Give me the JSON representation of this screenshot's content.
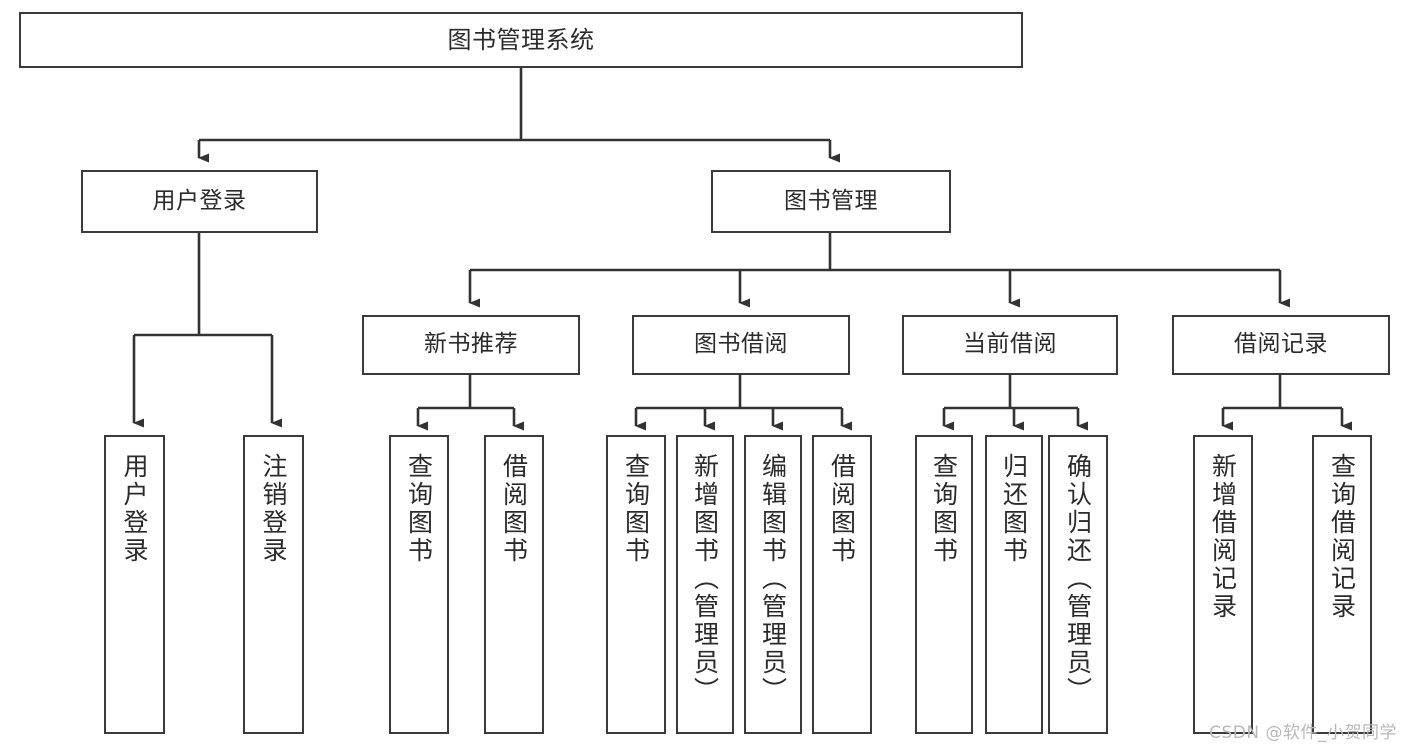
{
  "diagram": {
    "title": "图书管理系统",
    "type": "tree",
    "root": {
      "id": "root",
      "label": "图书管理系统",
      "orientation": "horizontal"
    },
    "level2": [
      {
        "id": "user-login",
        "label": "用户登录",
        "orientation": "horizontal"
      },
      {
        "id": "book-manage",
        "label": "图书管理",
        "orientation": "horizontal"
      }
    ],
    "level3": [
      {
        "id": "new-book-recommend",
        "label": "新书推荐",
        "orientation": "horizontal",
        "parent": "book-manage"
      },
      {
        "id": "book-borrow",
        "label": "图书借阅",
        "orientation": "horizontal",
        "parent": "book-manage"
      },
      {
        "id": "current-borrow",
        "label": "当前借阅",
        "orientation": "horizontal",
        "parent": "book-manage"
      },
      {
        "id": "borrow-record",
        "label": "借阅记录",
        "orientation": "horizontal",
        "parent": "book-manage"
      }
    ],
    "leaves": [
      {
        "id": "leaf-user-login",
        "label": "用户登录",
        "parent": "user-login",
        "orientation": "vertical"
      },
      {
        "id": "leaf-user-logout",
        "label": "注销登录",
        "parent": "user-login",
        "orientation": "vertical"
      },
      {
        "id": "leaf-query-book-1",
        "label": "查询图书",
        "parent": "new-book-recommend",
        "orientation": "vertical"
      },
      {
        "id": "leaf-borrow-book-1",
        "label": "借阅图书",
        "parent": "new-book-recommend",
        "orientation": "vertical"
      },
      {
        "id": "leaf-query-book-2",
        "label": "查询图书",
        "parent": "book-borrow",
        "orientation": "vertical"
      },
      {
        "id": "leaf-add-book",
        "label": "新增图书（管理员）",
        "parent": "book-borrow",
        "orientation": "vertical"
      },
      {
        "id": "leaf-edit-book",
        "label": "编辑图书（管理员）",
        "parent": "book-borrow",
        "orientation": "vertical"
      },
      {
        "id": "leaf-borrow-book-2",
        "label": "借阅图书",
        "parent": "book-borrow",
        "orientation": "vertical"
      },
      {
        "id": "leaf-query-book-3",
        "label": "查询图书",
        "parent": "current-borrow",
        "orientation": "vertical"
      },
      {
        "id": "leaf-return-book",
        "label": "归还图书",
        "parent": "current-borrow",
        "orientation": "vertical"
      },
      {
        "id": "leaf-confirm-return",
        "label": "确认归还（管理员）",
        "parent": "current-borrow",
        "orientation": "vertical"
      },
      {
        "id": "leaf-add-record",
        "label": "新增借阅记录",
        "parent": "borrow-record",
        "orientation": "vertical"
      },
      {
        "id": "leaf-query-record",
        "label": "查询借阅记录",
        "parent": "borrow-record",
        "orientation": "vertical"
      }
    ],
    "colors": {
      "box_border": "#3a3a3a",
      "box_fill": "#ffffff",
      "edge": "#333333",
      "text": "#2b2b2b",
      "watermark": "#b9b9b9",
      "background": "#ffffff"
    }
  },
  "watermark": {
    "text": "CSDN @软件_小贺同学"
  }
}
